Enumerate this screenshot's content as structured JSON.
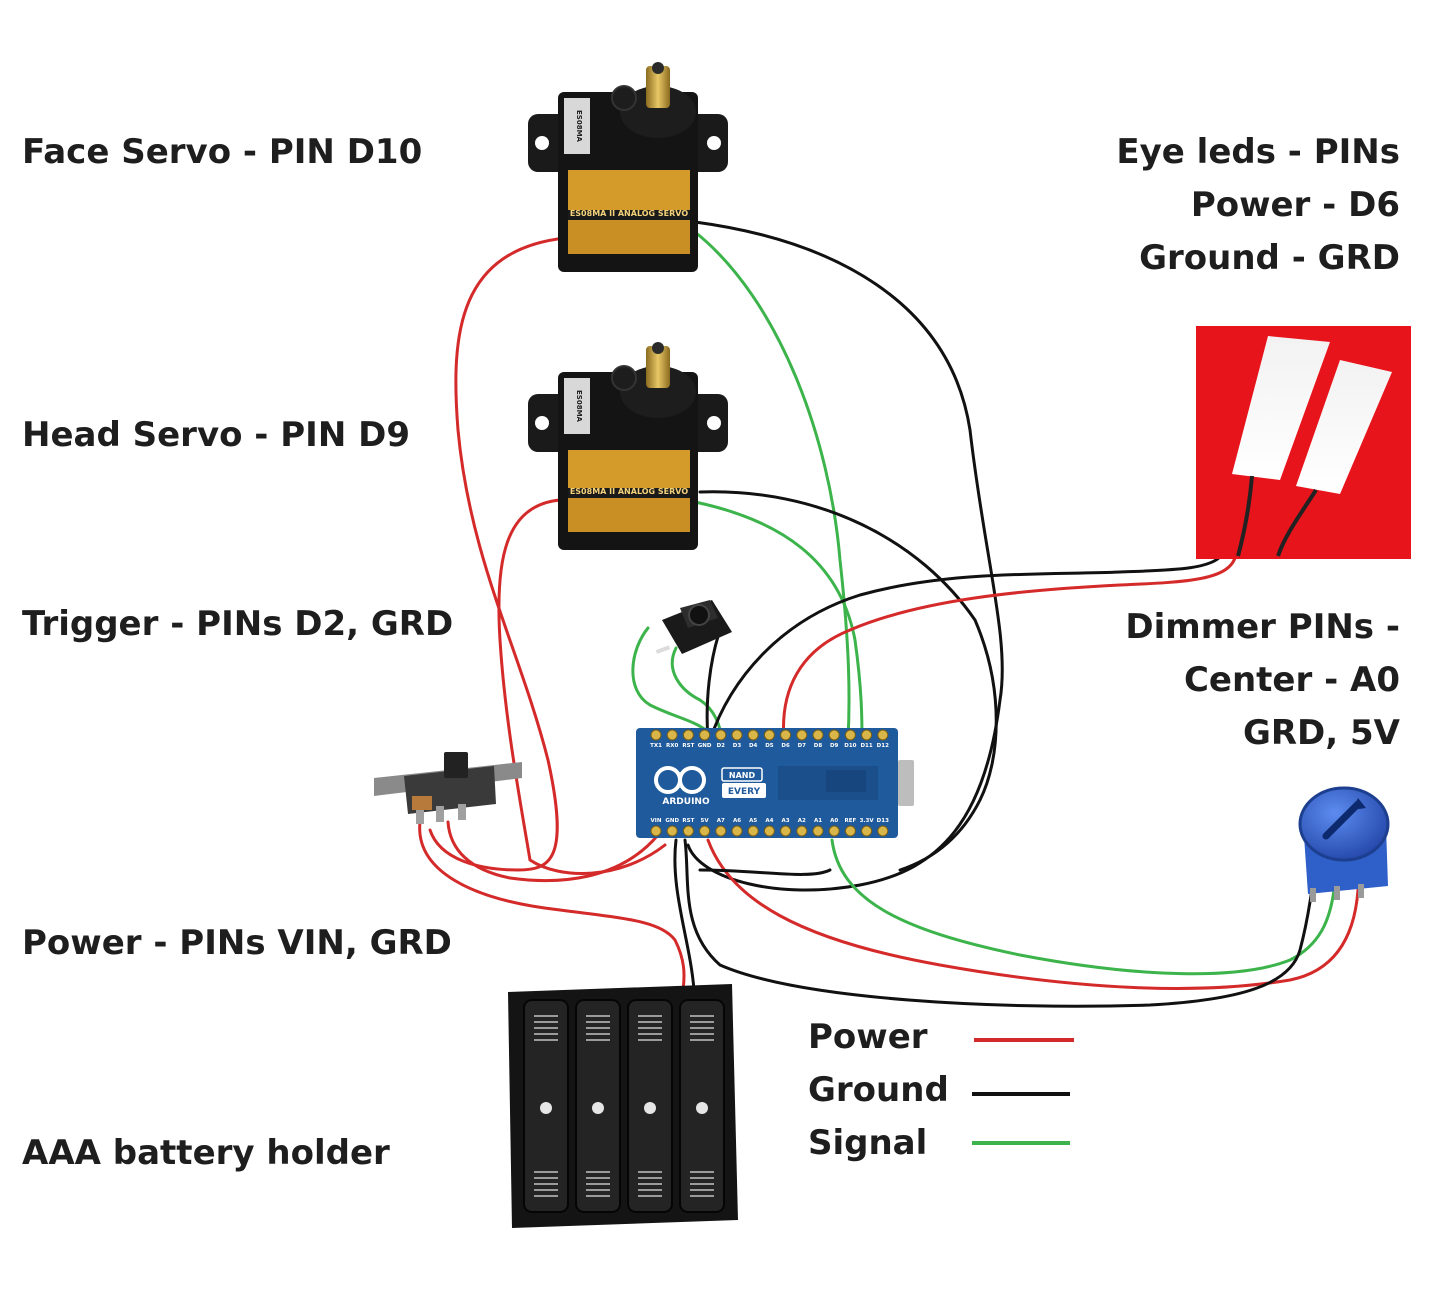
{
  "labels": {
    "face_servo": "Face Servo - PIN D10",
    "head_servo": "Head Servo - PIN D9",
    "trigger": "Trigger - PINs D2, GRD",
    "power": "Power - PINs VIN, GRD",
    "battery": "AAA battery holder",
    "eye_leds": [
      "Eye leds - PINs",
      "Power - D6",
      "Ground - GRD"
    ],
    "dimmer": [
      "Dimmer PINs -",
      "Center - A0",
      "GRD, 5V"
    ]
  },
  "legend": [
    {
      "label": "Power",
      "color": "#d42a2a"
    },
    {
      "label": "Ground",
      "color": "#111111"
    },
    {
      "label": "Signal",
      "color": "#3cb44b"
    }
  ],
  "servo": {
    "body_text": "ES08MA II ANALOG SERVO",
    "side_text": "ES08MA"
  },
  "board": {
    "logo": "ARDUINO",
    "model_top": "NAND",
    "model_bottom": "EVERY",
    "top_pins": [
      "TX1",
      "RX0",
      "RST",
      "GND",
      "D2",
      "D3",
      "D4",
      "D5",
      "D6",
      "D7",
      "D8",
      "D9",
      "D10",
      "D11",
      "D12"
    ],
    "bottom_pins": [
      "VIN",
      "GND",
      "RST",
      "5V",
      "A7",
      "A6",
      "A5",
      "A4",
      "A3",
      "A2",
      "A1",
      "A0",
      "REF",
      "3.3V",
      "D13"
    ]
  },
  "colors": {
    "power_wire": "#d42a2a",
    "ground_wire": "#111111",
    "signal_wire": "#3cb44b",
    "board_blue": "#1f5a9c",
    "led_background": "#e8141c",
    "pot_blue": "#2f5fc8"
  }
}
